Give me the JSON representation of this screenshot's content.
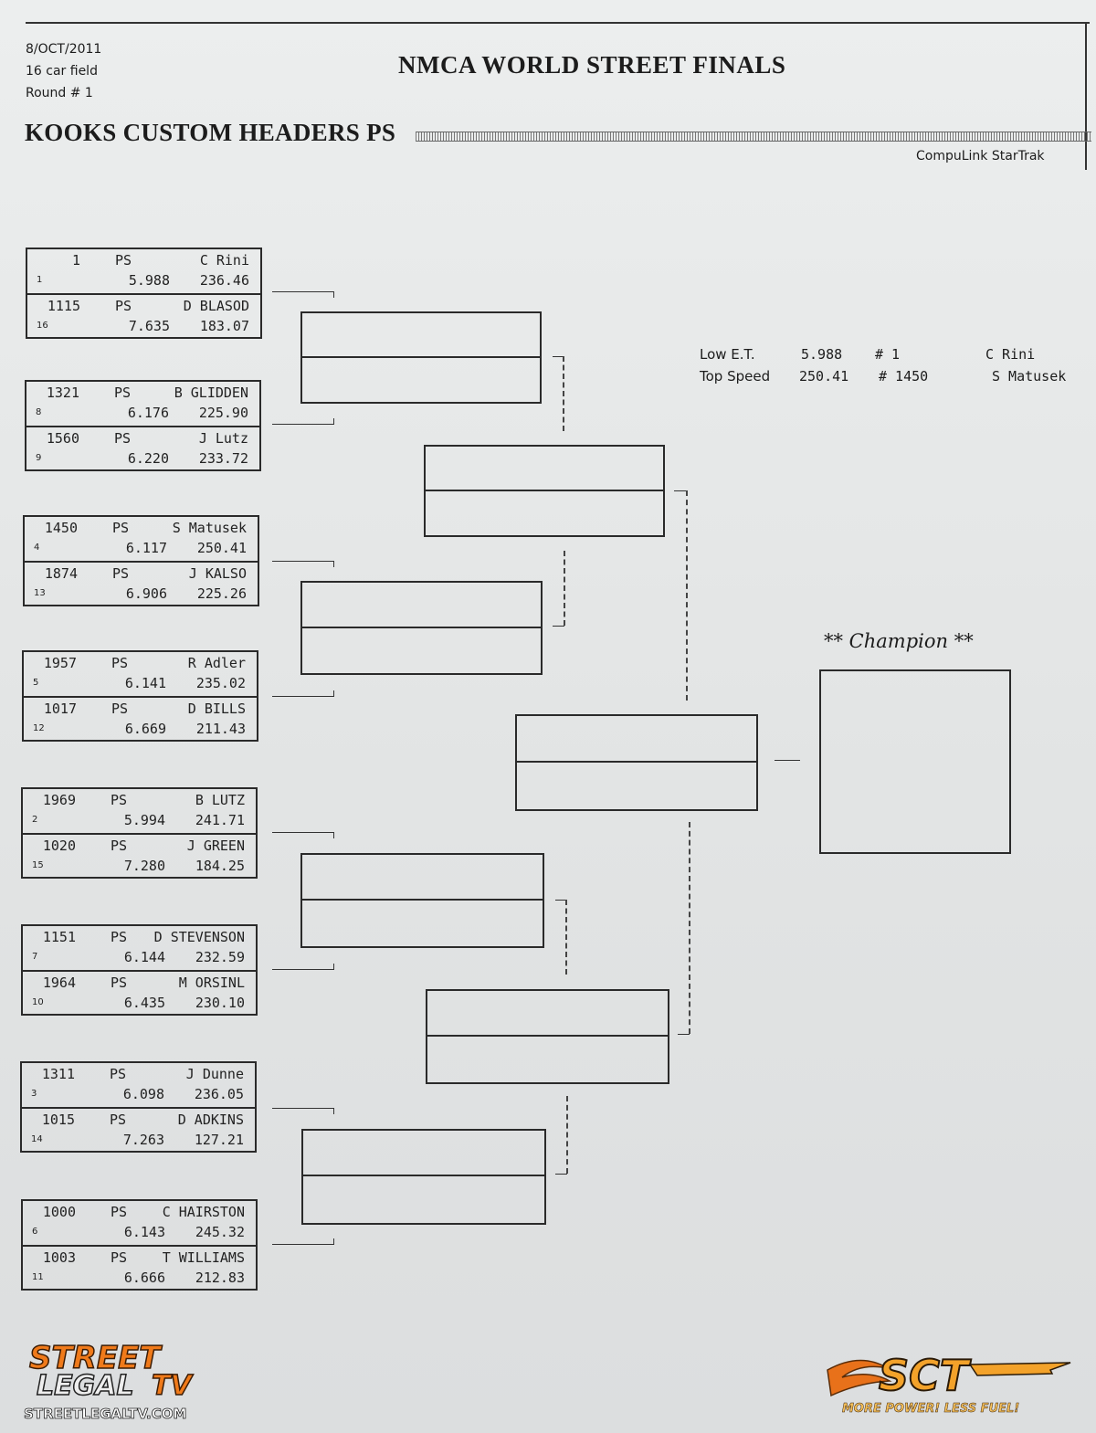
{
  "header": {
    "date": "8/OCT/2011",
    "field": "16 car field",
    "round": "Round # 1",
    "event_title": "NMCA WORLD STREET FINALS",
    "class_title": "KOOKS CUSTOM HEADERS PS",
    "vendor": "CompuLink StarTrak"
  },
  "stats": {
    "low_et_label": "Low  E.T.",
    "low_et_value": "5.988",
    "low_et_car": "# 1",
    "low_et_driver": "C Rini",
    "top_speed_label": "Top Speed",
    "top_speed_value": "250.41",
    "top_speed_car": "# 1450",
    "top_speed_driver": "S Matusek"
  },
  "pairings": [
    {
      "top": {
        "car": "1",
        "cls": "PS",
        "driver": "C Rini",
        "seed": "1",
        "et": "5.988",
        "speed": "236.46"
      },
      "bottom": {
        "car": "1115",
        "cls": "PS",
        "driver": "D BLASOD",
        "seed": "16",
        "et": "7.635",
        "speed": "183.07"
      }
    },
    {
      "top": {
        "car": "1321",
        "cls": "PS",
        "driver": "B GLIDDEN",
        "seed": "8",
        "et": "6.176",
        "speed": "225.90"
      },
      "bottom": {
        "car": "1560",
        "cls": "PS",
        "driver": "J Lutz",
        "seed": "9",
        "et": "6.220",
        "speed": "233.72"
      }
    },
    {
      "top": {
        "car": "1450",
        "cls": "PS",
        "driver": "S Matusek",
        "seed": "4",
        "et": "6.117",
        "speed": "250.41"
      },
      "bottom": {
        "car": "1874",
        "cls": "PS",
        "driver": "J KALSO",
        "seed": "13",
        "et": "6.906",
        "speed": "225.26"
      }
    },
    {
      "top": {
        "car": "1957",
        "cls": "PS",
        "driver": "R Adler",
        "seed": "5",
        "et": "6.141",
        "speed": "235.02"
      },
      "bottom": {
        "car": "1017",
        "cls": "PS",
        "driver": "D BILLS",
        "seed": "12",
        "et": "6.669",
        "speed": "211.43"
      }
    },
    {
      "top": {
        "car": "1969",
        "cls": "PS",
        "driver": "B LUTZ",
        "seed": "2",
        "et": "5.994",
        "speed": "241.71"
      },
      "bottom": {
        "car": "1020",
        "cls": "PS",
        "driver": "J GREEN",
        "seed": "15",
        "et": "7.280",
        "speed": "184.25"
      }
    },
    {
      "top": {
        "car": "1151",
        "cls": "PS",
        "driver": "D STEVENSON",
        "seed": "7",
        "et": "6.144",
        "speed": "232.59"
      },
      "bottom": {
        "car": "1964",
        "cls": "PS",
        "driver": "M ORSINL",
        "seed": "10",
        "et": "6.435",
        "speed": "230.10"
      }
    },
    {
      "top": {
        "car": "1311",
        "cls": "PS",
        "driver": "J Dunne",
        "seed": "3",
        "et": "6.098",
        "speed": "236.05"
      },
      "bottom": {
        "car": "1015",
        "cls": "PS",
        "driver": "D ADKINS",
        "seed": "14",
        "et": "7.263",
        "speed": "127.21"
      }
    },
    {
      "top": {
        "car": "1000",
        "cls": "PS",
        "driver": "C HAIRSTON",
        "seed": "6",
        "et": "6.143",
        "speed": "245.32"
      },
      "bottom": {
        "car": "1003",
        "cls": "PS",
        "driver": "T WILLIAMS",
        "seed": "11",
        "et": "6.666",
        "speed": "212.83"
      }
    }
  ],
  "champion_label": "** Champion **",
  "logos": {
    "left_line1": "STREET",
    "left_line2": "LEGAL",
    "left_tv": "TV",
    "left_url": "STREETLEGALTV.COM",
    "right_brand": "SCT",
    "right_tagline": "MORE POWER! LESS FUEL!"
  }
}
